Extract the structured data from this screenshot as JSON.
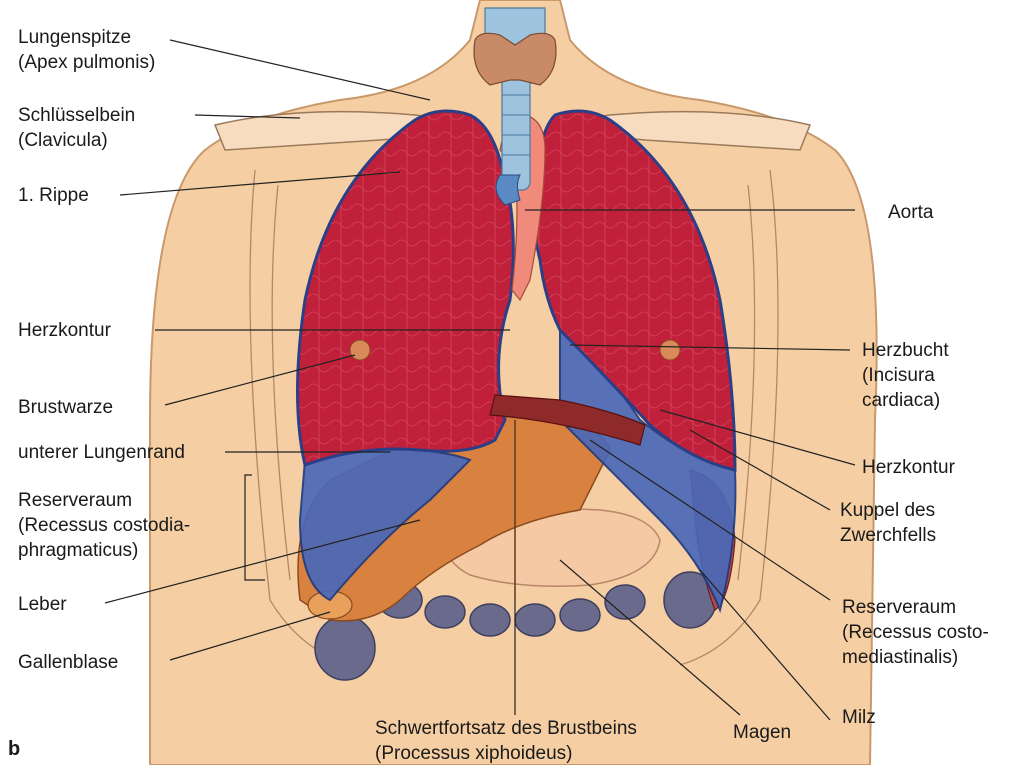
{
  "figure": {
    "panel_letter": "b",
    "colors": {
      "background": "#ffffff",
      "skin": "#f5cfa3",
      "skin_outline": "#c9996b",
      "lung": "#c0203a",
      "lung_dark": "#8e1028",
      "pleura_blue": "#4a68b8",
      "pleura_blue_light": "#7b95d6",
      "liver": "#d9823f",
      "stomach": "#f4c9a3",
      "intestine": "#6a6a8c",
      "trachea": "#9ec3de",
      "thyroid": "#c98a68",
      "aorta": "#f08a7a",
      "leader_line": "#222222"
    },
    "labels": {
      "lungenspitze": [
        "Lungenspitze",
        "(Apex pulmonis)"
      ],
      "schluesselbein": [
        "Schlüsselbein",
        "(Clavicula)"
      ],
      "rippe": [
        "1. Rippe"
      ],
      "herzkontur_left": [
        "Herzkontur"
      ],
      "brustwarze": [
        "Brustwarze"
      ],
      "lungenrand": [
        "unterer Lungenrand"
      ],
      "reserveraum_left": [
        "Reserveraum",
        "(Recessus costodia-",
        "phragmaticus)"
      ],
      "leber": [
        "Leber"
      ],
      "gallenblase": [
        "Gallenblase"
      ],
      "schwertfortsatz": [
        "Schwertfortsatz des Brustbeins",
        "(Processus xiphoideus)"
      ],
      "magen": [
        "Magen"
      ],
      "milz": [
        "Milz"
      ],
      "aorta": [
        "Aorta"
      ],
      "herzbucht": [
        "Herzbucht",
        "(Incisura",
        "cardiaca)"
      ],
      "herzkontur_right": [
        "Herzkontur"
      ],
      "kuppel": [
        "Kuppel des",
        "Zwerchfells"
      ],
      "reserveraum_right": [
        "Reserveraum",
        "(Recessus costo-",
        "mediastinalis)"
      ]
    }
  }
}
